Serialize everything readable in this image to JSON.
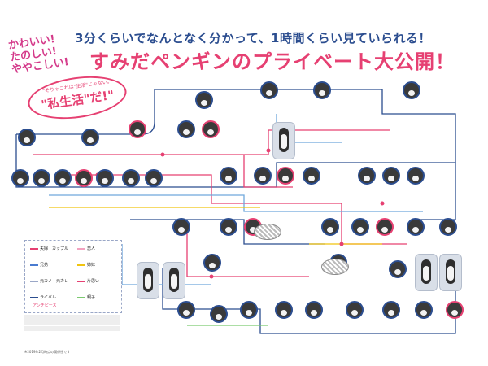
{
  "tagline": [
    "かわいい!",
    "たのしい!",
    "ややこしい!"
  ],
  "headline": {
    "line1": "3分くらいでなんとなく分かって、1時間くらい見ていられる！",
    "line2": "すみだペンギンのプライベート大公開！"
  },
  "bubble": {
    "small": "\"そりゃこれは\"生活\"じゃない。",
    "big": "\"私生活\"だ!\""
  },
  "legend": {
    "items": [
      "夫婦・カップル",
      "恋人",
      "兄弟",
      "姉妹",
      "元カノ・元カレ",
      "片思い",
      "ライバル",
      "親子"
    ],
    "title": "アンチピース",
    "colors": [
      "#e64072",
      "#f2a2c0",
      "#4a7bd0",
      "#f1c40f",
      "#9aa7c7",
      "#e64072",
      "#2b4d8f",
      "#7bc96f"
    ]
  },
  "footnote": "※2019年2月時点の関係性です",
  "colors": {
    "primary": "#e64072",
    "navy": "#2b4d8f",
    "line_blue": "#2b4d8f",
    "line_pink": "#e64072",
    "line_lightblue": "#6fa8dc",
    "line_yellow": "#f1c40f",
    "line_green": "#7bc96f"
  }
}
